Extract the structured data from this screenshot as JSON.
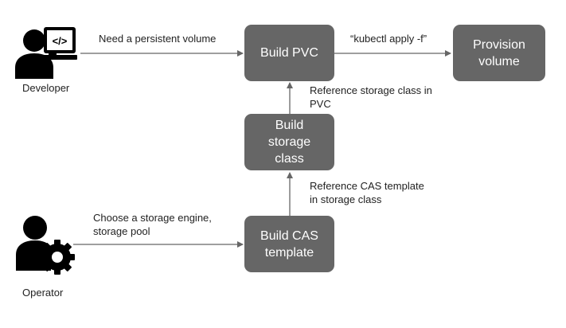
{
  "actors": {
    "developer": {
      "label": "Developer",
      "icon": "developer-code-icon"
    },
    "operator": {
      "label": "Operator",
      "icon": "operator-gear-icon"
    }
  },
  "boxes": {
    "build_pvc": "Build  PVC",
    "provision_volume": "Provision\nvolume",
    "build_storage_class": "Build\nstorage\nclass",
    "build_cas_template": "Build CAS\ntemplate"
  },
  "edges": {
    "developer_to_pvc": "Need a persistent volume",
    "pvc_to_provision": "“kubectl apply -f”",
    "storage_class_to_pvc": "Reference storage class in\nPVC",
    "cas_to_storage_class": "Reference CAS template\nin storage class",
    "operator_to_cas": "Choose a storage engine,\nstorage pool"
  },
  "colors": {
    "box_fill": "#666666",
    "icon_fill": "#000000",
    "arrow": "#666666"
  }
}
